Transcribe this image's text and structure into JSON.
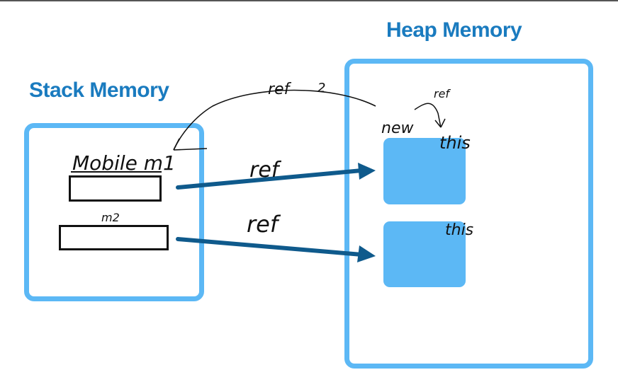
{
  "titles": {
    "stack": "Stack Memory",
    "heap": "Heap Memory"
  },
  "colors": {
    "title": "#1a7bbf",
    "panel_border": "#5cb8f5",
    "object_fill": "#5cb8f5",
    "arrow": "#0f5a8c",
    "ink": "#111111"
  },
  "stack": {
    "variables": [
      {
        "label": "Mobile m1"
      },
      {
        "label": "m2"
      }
    ]
  },
  "heap": {
    "objects": [
      {
        "annotation": "this"
      },
      {
        "annotation": "this"
      }
    ],
    "new_label": "new"
  },
  "annotations": {
    "arrow1_label": "ref",
    "arrow2_label": "ref",
    "curve_label": "ref",
    "curve_suffix": "2",
    "small_ref": "ref"
  }
}
